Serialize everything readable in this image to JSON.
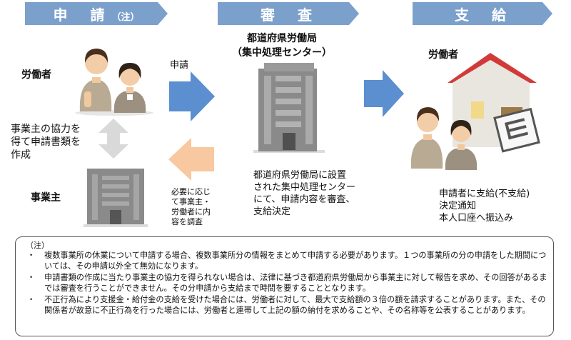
{
  "headers": {
    "apply": "申　請",
    "apply_note": "（注）",
    "review": "審　査",
    "payment": "支　給"
  },
  "left": {
    "worker_label": "労働者",
    "cooperation_text": "事業主の協力を\n得て申請書類を\n作成",
    "employer_label": "事業主"
  },
  "arrows": {
    "apply_label": "申請",
    "investigate_label": "必要に応じ\nて事業主・\n労働者に内\n容を調査"
  },
  "center": {
    "office_title": "都道府県労働局\n（集中処理センター）",
    "office_desc": "都道府県労働局に設置\nされた集中処理センター\nにて、申請内容を審査、\n支給決定"
  },
  "right": {
    "worker_label": "労働者",
    "result_text": "申請者に支給(不支給)\n決定通知\n本人口座へ振込み"
  },
  "notes": {
    "title": "（注）",
    "bullet": "・",
    "items": [
      "複数事業所の休業について申請する場合、複数事業所分の情報をまとめて申請する必要があります。１つの事業所の分の申請をした期間については、その申請以外全て無効になります。",
      "申請書類の作成に当たり事業主の協力を得られない場合は、法律に基づき都道府県労働局から事業主に対して報告を求め、その回答があるまでは審査を行うことができません。その分申請から支給まで時間を要することとなります。",
      "不正行為により支援金・給付金の支給を受けた場合には、労働者に対して、最大で支給額の３倍の額を請求することがあります。また、その関係者が故意に不正行為を行った場合には、労働者と連帯して上記の額の納付を求めることや、その名称等を公表することがあります。"
    ]
  },
  "colors": {
    "header_blue": "#7ba0cb",
    "arrow_blue": "#5b8fd0",
    "arrow_orange": "#f8c8a0",
    "building_gray": "#8a8a8a",
    "roof_red": "#d23a3a"
  }
}
